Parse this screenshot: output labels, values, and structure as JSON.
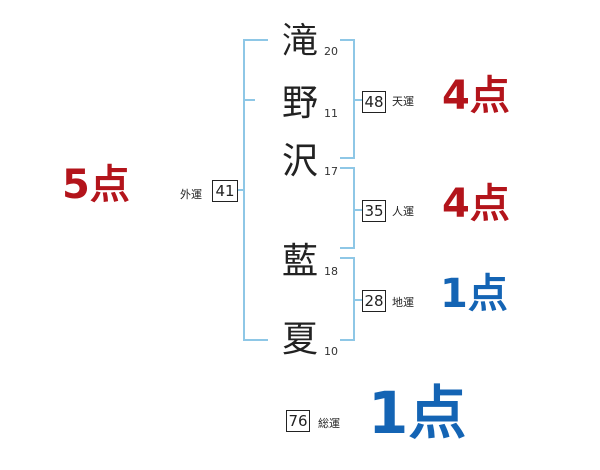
{
  "name_chars": [
    {
      "char": "滝",
      "strokes": "20"
    },
    {
      "char": "野",
      "strokes": "11"
    },
    {
      "char": "沢",
      "strokes": "17"
    },
    {
      "char": "藍",
      "strokes": "18"
    },
    {
      "char": "夏",
      "strokes": "10"
    }
  ],
  "gaiun": {
    "value": "41",
    "label": "外運",
    "score": "5点",
    "score_color": "#b3141b"
  },
  "tenun": {
    "value": "48",
    "label": "天運",
    "score": "4点",
    "score_color": "#b3141b"
  },
  "jinun": {
    "value": "35",
    "label": "人運",
    "score": "4点",
    "score_color": "#b3141b"
  },
  "chiun": {
    "value": "28",
    "label": "地運",
    "score": "1点",
    "score_color": "#1464b4"
  },
  "souun": {
    "value": "76",
    "label": "総運",
    "score": "1点",
    "score_color": "#1464b4"
  },
  "bracket_color": "#8ec7e6"
}
